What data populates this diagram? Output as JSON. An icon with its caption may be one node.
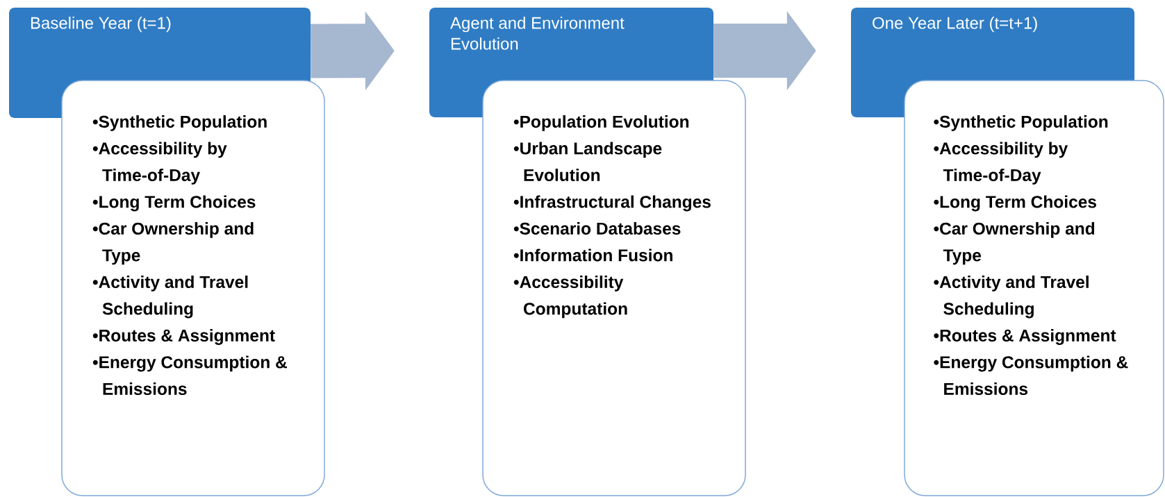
{
  "diagram": {
    "nodes": [
      {
        "text": [
          "Baseline Year (t=1)"
        ]
      },
      {
        "text": [
          "•Synthetic Population",
          "•Accessibility by Time-of-Day",
          "•Long Term Choices",
          "•Car Ownership and Type",
          "•Activity and Travel Scheduling",
          "•Routes & Assignment",
          "•Energy Consumption & Emissions"
        ]
      },
      {
        "text": [
          "Agent and Environment Evolution"
        ]
      },
      {
        "text": [
          "•Population Evolution",
          "•Urban Landscape Evolution",
          "•Infrastructural Changes",
          "•Scenario Databases",
          "•Information Fusion",
          "•Accessibility Computation"
        ]
      },
      {
        "text": [
          "One Year Later (t=t+1)"
        ]
      },
      {
        "text": [
          "•Synthetic Population",
          "•Accessibility by Time-of-Day",
          "•Long Term Choices",
          "•Car Ownership and Type",
          "•Activity and Travel Scheduling",
          "•Routes & Assignment",
          "•Energy Consumption & Emissions"
        ]
      }
    ],
    "edges": [
      {
        "from": 0,
        "to": 2,
        "arrow": "to"
      },
      {
        "from": 2,
        "to": 4,
        "arrow": "to"
      }
    ]
  }
}
